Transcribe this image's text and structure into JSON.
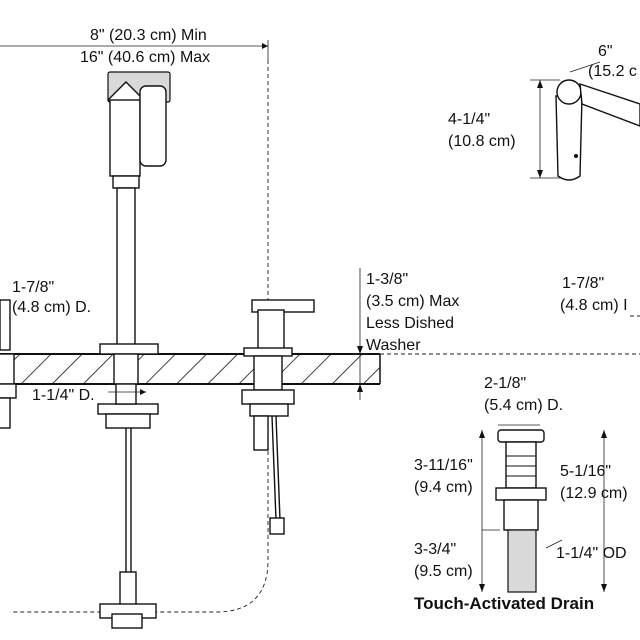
{
  "dimensions": {
    "spread_min": "8\" (20.3 cm) Min",
    "spread_max": "16\" (40.6 cm) Max",
    "spout_reach": "6\"",
    "spout_reach_cm": "(15.2 c",
    "spout_height": "4-1/4\"",
    "spout_height_cm": "(10.8 cm)",
    "left_hole": "1-7/8\"",
    "left_hole_cm": "(4.8 cm) D.",
    "deck_thickness": "1-3/8\"",
    "deck_thickness_cm": "(3.5 cm) Max",
    "deck_note_1": "Less Dished",
    "deck_note_2": "Washer",
    "right_hole": "1-7/8\"",
    "right_hole_cm": "(4.8 cm) I",
    "shank": "1-1/4\" D.",
    "drain_width": "2-1/8\"",
    "drain_width_cm": "(5.4 cm) D.",
    "drain_upper": "3-11/16\"",
    "drain_upper_cm": "(9.4 cm)",
    "drain_total": "5-1/16\"",
    "drain_total_cm": "(12.9 cm)",
    "drain_tail": "3-3/4\"",
    "drain_tail_cm": "(9.5 cm)",
    "drain_od": "1-1/4\" OD"
  },
  "captions": {
    "drain_title": "Touch-Activated Drain"
  }
}
